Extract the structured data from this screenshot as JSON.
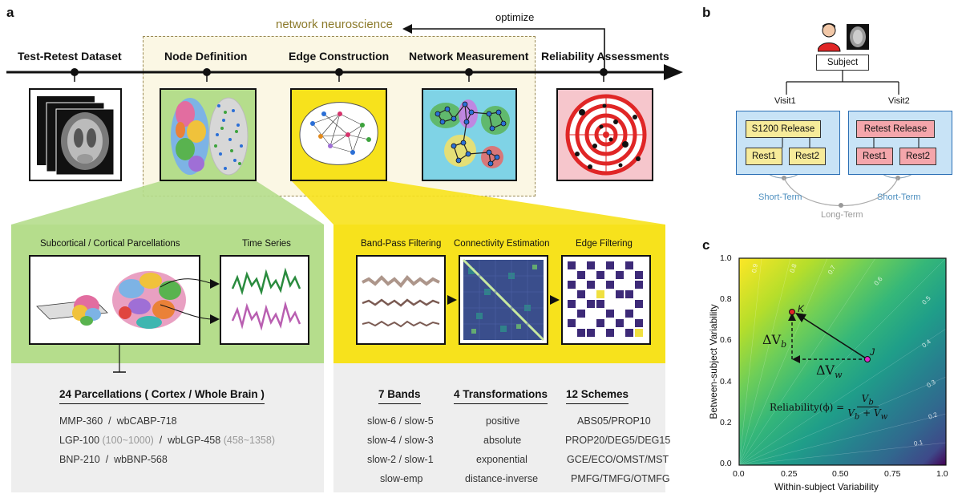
{
  "panel_a": {
    "letter": "a",
    "network_neuroscience": "network neuroscience",
    "optimize": "optimize",
    "stages": [
      "Test-Retest Dataset",
      "Node Definition",
      "Edge Construction",
      "Network Measurement",
      "Reliability Assessments"
    ],
    "node": {
      "left_title": "Subcortical / Cortical Parcellations",
      "right_title": "Time Series",
      "list_title": "24 Parcellations ( Cortex / Whole Brain )",
      "rows": [
        {
          "a": "MMP-360",
          "sep": "/",
          "b": "wbCABP-718",
          "a_note": "",
          "b_note": ""
        },
        {
          "a": "LGP-100",
          "a_note": "(100~1000)",
          "sep": "/",
          "b": "wbLGP-458",
          "b_note": "(458~1358)"
        },
        {
          "a": "BNP-210",
          "sep": "/",
          "b": "wbBNP-568",
          "a_note": "",
          "b_note": ""
        }
      ]
    },
    "edge": {
      "titles": [
        "Band-Pass Filtering",
        "Connectivity Estimation",
        "Edge Filtering"
      ],
      "list_titles": [
        "7 Bands",
        "4 Transformations",
        "12 Schemes"
      ],
      "bands": [
        "slow-6 / slow-5",
        "slow-4 / slow-3",
        "slow-2 / slow-1",
        "slow-emp"
      ],
      "transformations": [
        "positive",
        "absolute",
        "exponential",
        "distance-inverse"
      ],
      "schemes": [
        "ABS05/PROP10",
        "PROP20/DEG5/DEG15",
        "GCE/ECO/OMST/MST",
        "PMFG/TMFG/OTMFG"
      ]
    }
  },
  "panel_b": {
    "letter": "b",
    "subject": "Subject",
    "visit1": "Visit1",
    "visit2": "Visit2",
    "release1": "S1200 Release",
    "release2": "Retest Release",
    "rest1": "Rest1",
    "rest2": "Rest2",
    "short_term": "Short-Term",
    "long_term": "Long-Term"
  },
  "panel_c": {
    "letter": "c",
    "ylabel": "Between-subject Variability",
    "xlabel": "Within-subject Variability",
    "xticks": [
      "0.0",
      "0.25",
      "0.50",
      "0.75",
      "1.0"
    ],
    "yticks": [
      "0.0",
      "0.2",
      "0.4",
      "0.6",
      "0.8",
      "1.0"
    ],
    "contour_labels": [
      "0.9",
      "0.8",
      "0.7",
      "0.6",
      "0.5",
      "0.4",
      "0.3",
      "0.2",
      "0.1"
    ],
    "point_K": "K",
    "point_J": "J",
    "delta_vb": "ΔV",
    "delta_vb_sub": "b",
    "delta_vw": "ΔV",
    "delta_vw_sub": "w",
    "formula_lhs": "Reliability(ϕ) =",
    "formula_num": "V",
    "formula_num_sub": "b",
    "formula_den": "V",
    "formula_den_sub1": "b",
    "formula_den_plus": " + V",
    "formula_den_sub2": "w"
  },
  "colors": {
    "green": "#b5dd8c",
    "yellow": "#f7e21c",
    "cyan": "#7fd3e6",
    "pink": "#f6c6cc",
    "beige": "#fbf7e4",
    "gray_bg": "#eeeeee",
    "b_blue_box": "#c8e3f6",
    "b_yellow": "#f7eb9a",
    "b_pink": "#f4a6ab"
  }
}
